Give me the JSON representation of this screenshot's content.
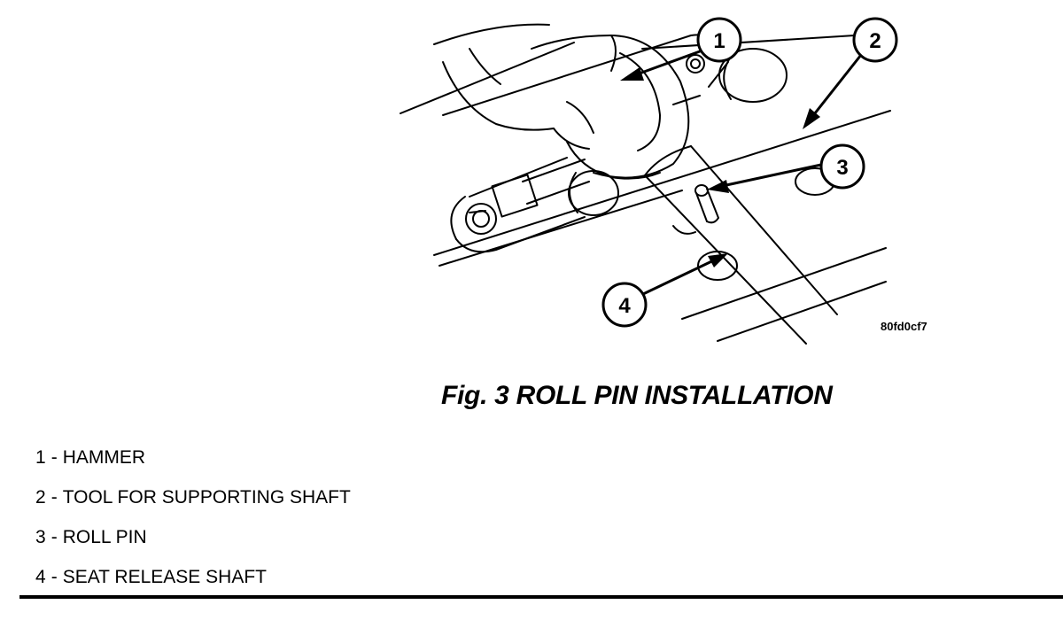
{
  "figure": {
    "code": "80fd0cf7",
    "caption": "Fig. 3 ROLL PIN INSTALLATION"
  },
  "callouts": [
    {
      "number": "1",
      "label": "HAMMER"
    },
    {
      "number": "2",
      "label": "TOOL FOR SUPPORTING SHAFT"
    },
    {
      "number": "3",
      "label": "ROLL PIN"
    },
    {
      "number": "4",
      "label": "SEAT RELEASE SHAFT"
    }
  ],
  "legend_separator": "-"
}
